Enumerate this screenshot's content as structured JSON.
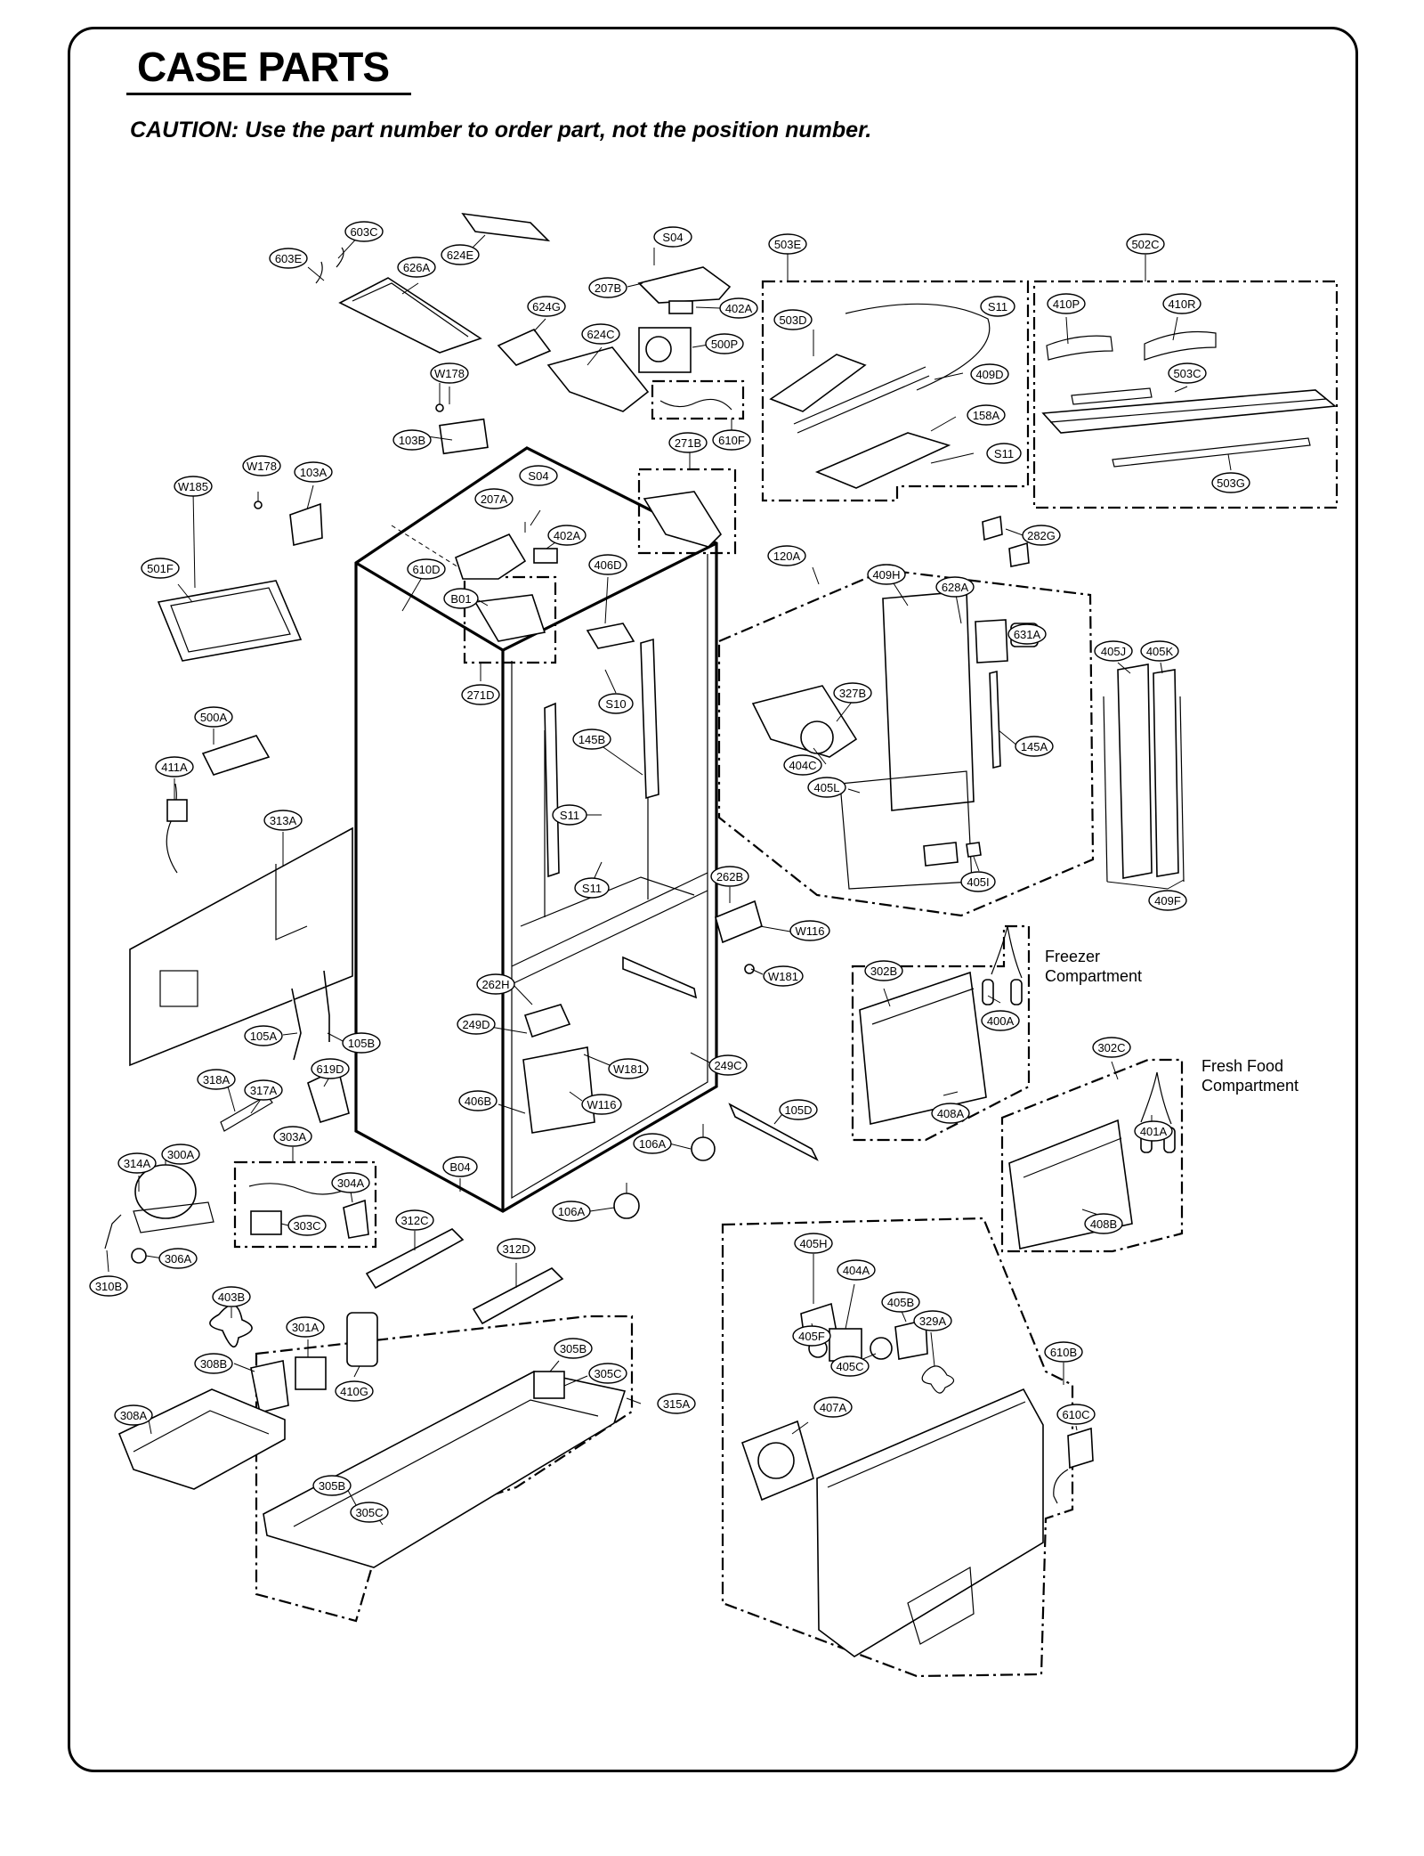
{
  "page": {
    "title": "CASE PARTS",
    "caution": "CAUTION: Use the part number to order part, not the position number."
  },
  "compartment_labels": {
    "freezer_line1": "Freezer",
    "freezer_line2": "Compartment",
    "fresh_food_line1": "Fresh Food",
    "fresh_food_line2": "Compartment"
  },
  "callouts": {
    "603C": "603C",
    "603E": "603E",
    "624E": "624E",
    "626A": "626A",
    "624G": "624G",
    "624C": "624C",
    "W178a": "W178",
    "W178b": "W178",
    "103B": "103B",
    "103A": "103A",
    "W185": "W185",
    "501F": "501F",
    "S04a": "S04",
    "S04b": "S04",
    "207Ba": "207B",
    "402Aa": "402A",
    "500P": "500P",
    "610F": "610F",
    "271B": "271B",
    "207Aa": "207A",
    "402Ab": "402A",
    "610D": "610D",
    "B01": "B01",
    "271D": "271D",
    "406D": "406D",
    "S10": "S10",
    "145Ba": "145B",
    "S11a": "S11",
    "S11b": "S11",
    "S11c": "S11",
    "S11d": "S11",
    "500A": "500A",
    "411A": "411A",
    "313A": "313A",
    "262B": "262B",
    "W116a": "W116",
    "W116b": "W116",
    "W181a": "W181",
    "W181b": "W181",
    "262H": "262H",
    "249D": "249D",
    "249C": "249C",
    "105A": "105A",
    "105B": "105B",
    "318A": "318A",
    "317A": "317A",
    "619D": "619D",
    "406B": "406B",
    "105D": "105D",
    "106Aa": "106A",
    "106Ab": "106A",
    "B04": "B04",
    "303A": "303A",
    "304A": "304A",
    "303C": "303C",
    "314A": "314A",
    "300A": "300A",
    "306A": "306A",
    "310B": "310B",
    "312C": "312C",
    "312D": "312D",
    "403B": "403B",
    "301A": "301A",
    "308B": "308B",
    "410G": "410G",
    "308A": "308A",
    "305Ba": "305B",
    "305Bb": "305B",
    "305Ca": "305C",
    "305Cb": "305C",
    "315A": "315A",
    "503E": "503E",
    "503D": "503D",
    "409D": "409D",
    "158A": "158A",
    "502C": "502C",
    "410P": "410P",
    "410R": "410R",
    "503C": "503C",
    "503G": "503G",
    "282G": "282G",
    "120A": "120A",
    "409H": "409H",
    "628A": "628A",
    "631A": "631A",
    "327B": "327B",
    "404C": "404C",
    "405L": "405L",
    "145Ab": "145A",
    "405I": "405I",
    "405J": "405J",
    "405K": "405K",
    "409F": "409F",
    "302B": "302B",
    "400A": "400A",
    "408A": "408A",
    "302C": "302C",
    "401A": "401A",
    "408B": "408B",
    "405H": "405H",
    "404A": "404A",
    "405B": "405B",
    "329A": "329A",
    "405F": "405F",
    "405C": "405C",
    "407A": "407A",
    "610B": "610B",
    "610C": "610C"
  }
}
